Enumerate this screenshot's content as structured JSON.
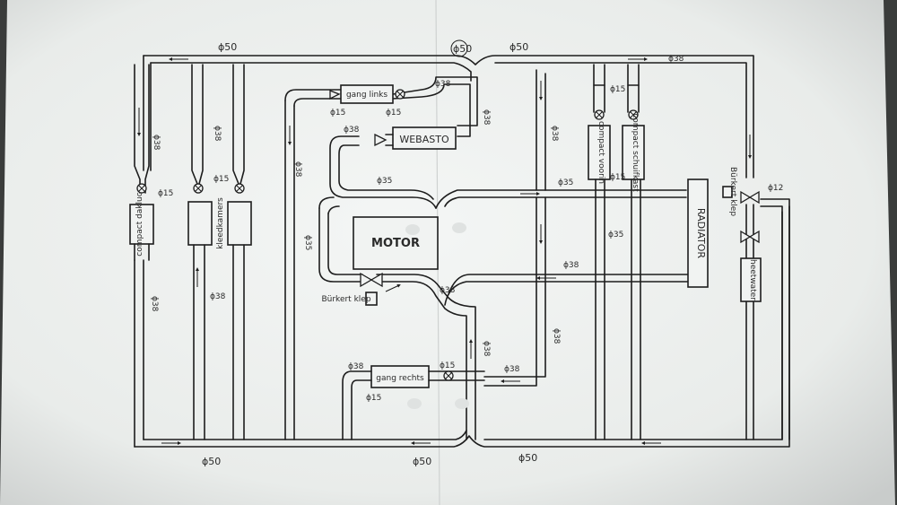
{
  "components": {
    "motor": "MOTOR",
    "webasto": "WEBASTO",
    "radiator": "RADIATOR",
    "gang_links": "gang links",
    "gang_rechts": "gang rechts",
    "compact_dakluc": "compact dakluc",
    "kleedkamers": "kleedkamers",
    "compact_voorin": "compact voorin",
    "compact_schuifkast": "compact schuifkast",
    "burkert_klep_motor": "Bürkert klep",
    "burkert_klep_right": "Bürkert klep",
    "hotwater_unit": "heetwater"
  },
  "pipe_labels": {
    "top_left_50": "ϕ50",
    "top_mid_50": "ϕ50",
    "top_center_50": "ϕ50",
    "top_right_38": "ϕ38",
    "bottom_left_50": "ϕ50",
    "bottom_mid_50": "ϕ50",
    "bottom_right_50": "ϕ50",
    "left_38_a": "ϕ38",
    "left_38_b": "ϕ38",
    "left_38_c": "ϕ38",
    "left_15": "ϕ15",
    "left_15_b": "ϕ15",
    "inner_38": "ϕ38",
    "inner_38_b": "ϕ38",
    "gang_links_38": "ϕ38",
    "gang_links_15a": "ϕ15",
    "gang_links_15b": "ϕ15",
    "webasto_38": "ϕ38",
    "webasto_38_b": "ϕ38",
    "motor_35": "ϕ35",
    "motor_35_b": "ϕ35",
    "rad_35": "ϕ35",
    "rad_38": "ϕ38",
    "mid_38": "ϕ38",
    "mid_38_b": "ϕ38",
    "mid_38_c": "ϕ38",
    "gang_rechts_38": "ϕ38",
    "gang_rechts_15": "ϕ15",
    "gang_rechts_15b": "ϕ15",
    "right_38": "ϕ38",
    "right_15": "ϕ15",
    "right_15_b": "ϕ15",
    "right_12": "ϕ12",
    "right_35": "ϕ35",
    "motor_38": "ϕ38"
  }
}
